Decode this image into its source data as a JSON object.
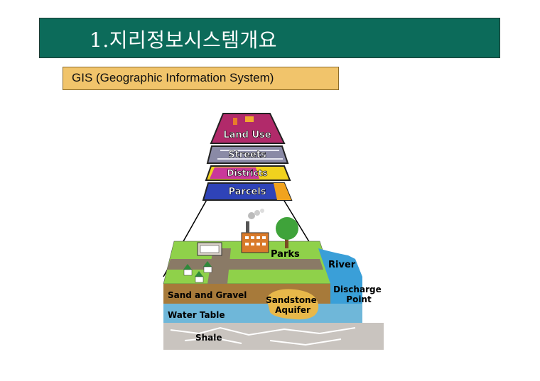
{
  "header": {
    "title": "1.지리정보시스템개요"
  },
  "subtitle": {
    "text": "GIS (Geographic Information System)"
  },
  "diagram": {
    "layers": [
      "Land Use",
      "Streets",
      "Districts",
      "Parcels"
    ],
    "ground_labels": {
      "parks": "Parks",
      "river": "River",
      "discharge_point": "Discharge\nPoint",
      "sand_gravel": "Sand and Gravel",
      "sandstone_aquifer": "Sandstone\nAquifer",
      "water_table": "Water Table",
      "shale": "Shale"
    },
    "colors": {
      "title_bar": "#0c6b5a",
      "subtitle_box": "#f1c46b",
      "grass": "#8fd14a",
      "road": "#8a7a66",
      "river": "#3a9fd8",
      "sand": "#a77a3a",
      "aquifer": "#e8b84a",
      "water_table": "#6fb7d9",
      "shale": "#c9c4bf"
    },
    "icons": [
      "factory-icon",
      "tree-icon",
      "house-icon",
      "billboard-icon"
    ]
  }
}
